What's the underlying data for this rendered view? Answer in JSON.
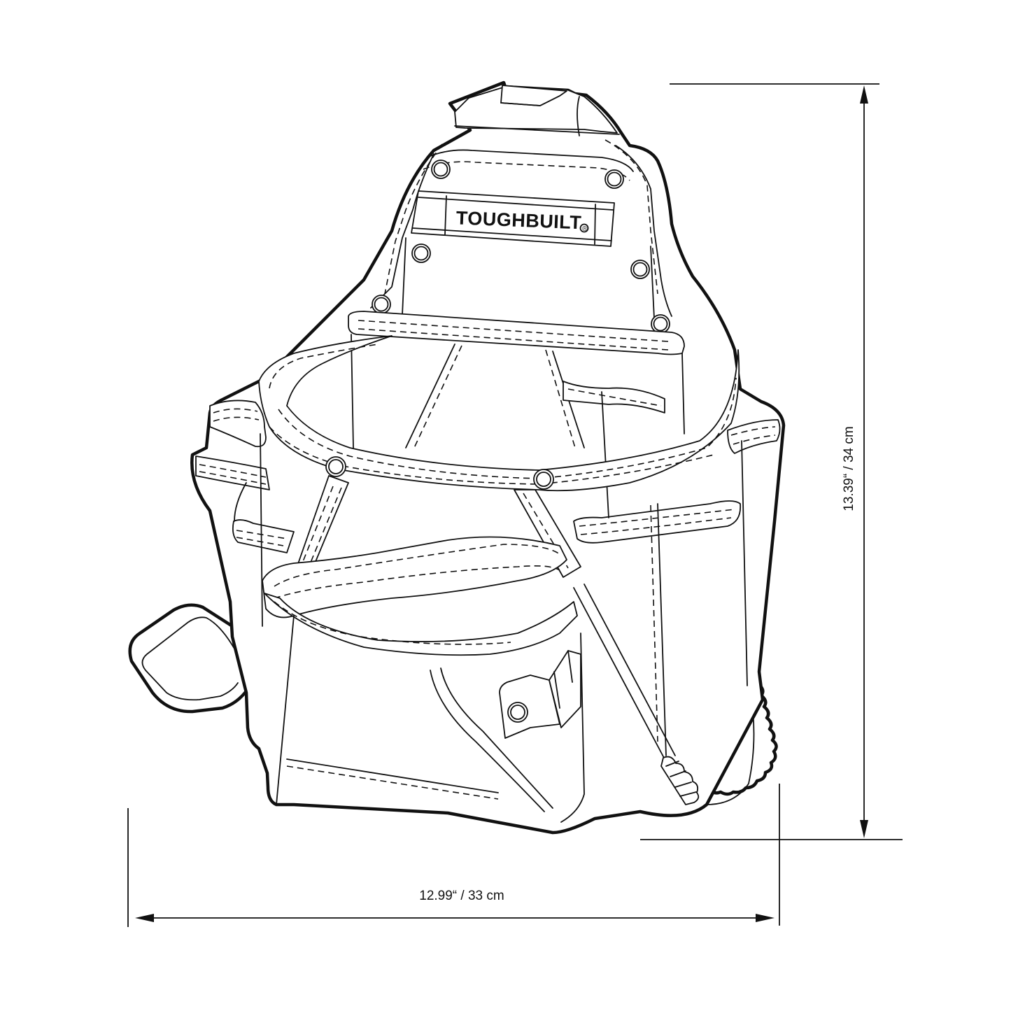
{
  "diagram": {
    "subject": "tool pouch technical line drawing",
    "brand": {
      "logo_text": "TOUGHBUILT",
      "registered_mark": "®"
    },
    "dimensions": {
      "height": {
        "label": "13.39“  /  34 cm",
        "inches": 13.39,
        "cm": 34,
        "orientation": "vertical"
      },
      "width": {
        "label": "12.99“  /  33 cm",
        "inches": 12.99,
        "cm": 33,
        "orientation": "horizontal"
      }
    },
    "colors": {
      "line": "#111111",
      "background": "#ffffff"
    }
  }
}
